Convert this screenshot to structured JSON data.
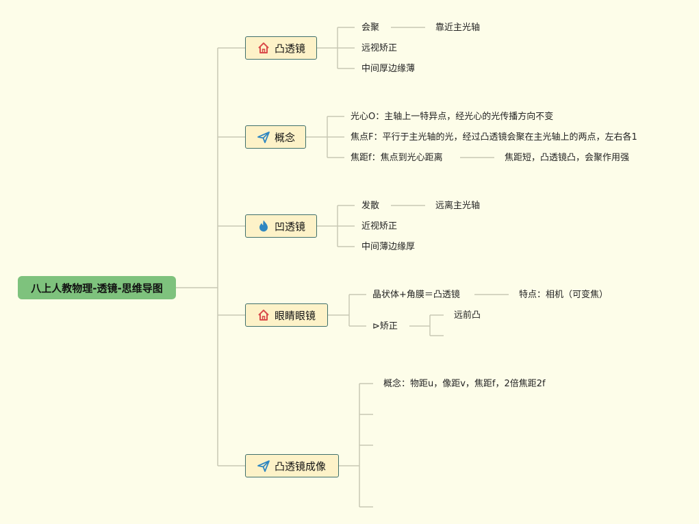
{
  "root": "八上人教物理-透镜-思维导图",
  "branches": {
    "b1": {
      "label": "凸透镜",
      "icon": "house-icon",
      "leaves": {
        "l1": "会聚",
        "l1_sub": "靠近主光轴",
        "l2": "远视矫正",
        "l3": "中间厚边缘薄"
      }
    },
    "b2": {
      "label": "概念",
      "icon": "paper-plane-icon",
      "leaves": {
        "l1": "光心O：主轴上一特异点，经光心的光传播方向不变",
        "l2": "焦点F：平行于主光轴的光，经过凸透镜会聚在主光轴上的两点，左右各1",
        "l3": "焦距f：焦点到光心距离",
        "l3_sub": "焦距短，凸透镜凸，会聚作用强"
      }
    },
    "b3": {
      "label": "凹透镜",
      "icon": "fire-icon",
      "leaves": {
        "l1": "发散",
        "l1_sub": "远离主光轴",
        "l2": "近视矫正",
        "l3": "中间薄边缘厚"
      }
    },
    "b4": {
      "label": "眼睛眼镜",
      "icon": "house-icon",
      "leaves": {
        "l1": "晶状体+角膜＝凸透镜",
        "l1_sub": "特点：相机（可变焦）",
        "l2": "⊳矫正",
        "l2_sub": "远前凸"
      }
    },
    "b5": {
      "label": "凸透镜成像",
      "icon": "paper-plane-icon",
      "leaves": {
        "l1": "概念：物距u，像距v，焦距f，2倍焦距2f"
      }
    }
  },
  "colors": {
    "background": "#fdfde9",
    "root": "#7ec27d",
    "branch_fill": "#fdf2c8",
    "branch_border": "#3d6e6a",
    "connector": "#c8c8b4",
    "house_icon": "#d94a4a",
    "plane_icon": "#2e86c1",
    "fire_icon": "#2e86c1"
  }
}
